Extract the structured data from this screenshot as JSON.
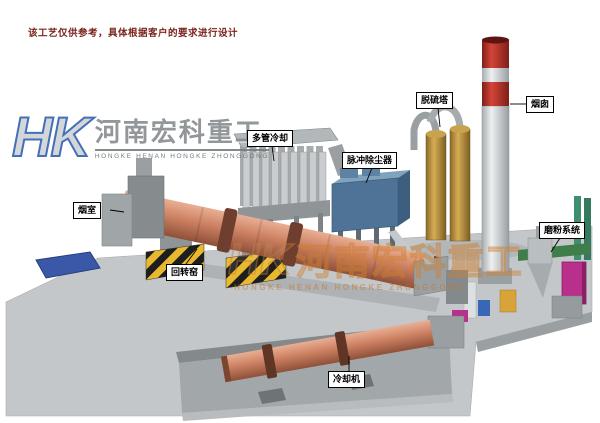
{
  "note": "该工艺仅供参考，具体根据客户的要求进行设计",
  "logo": {
    "initials": "HK",
    "company_cn": "河南宏科重工",
    "company_en": "HONGKE HENAN HONGKE ZHONGGONG"
  },
  "watermark": {
    "initials": "HK",
    "company_cn": "河南宏科重工",
    "company_en": "HONGKE HENAN HONGKE ZHONGGONG"
  },
  "labels": {
    "multi_tube_cooler": "多管冷却",
    "pulse_dust_collector": "脉冲除尘器",
    "desulfurization_tower": "脱硫塔",
    "chimney": "烟囱",
    "smoke_chamber": "烟室",
    "rotary_kiln": "回转窑",
    "grinding_system": "磨粉系统",
    "cooling_machine": "冷却机"
  },
  "colors": {
    "kiln_body": "#cd8163",
    "dust_collector": "#4e7396",
    "desulfurization_tower": "#d6ad55",
    "chimney_band_red": "#b53228",
    "ground": "#c3c7c9",
    "hazard_yellow": "#e8b92e",
    "note_text": "#7a241c",
    "logo_blue": "#2b5cb0"
  }
}
